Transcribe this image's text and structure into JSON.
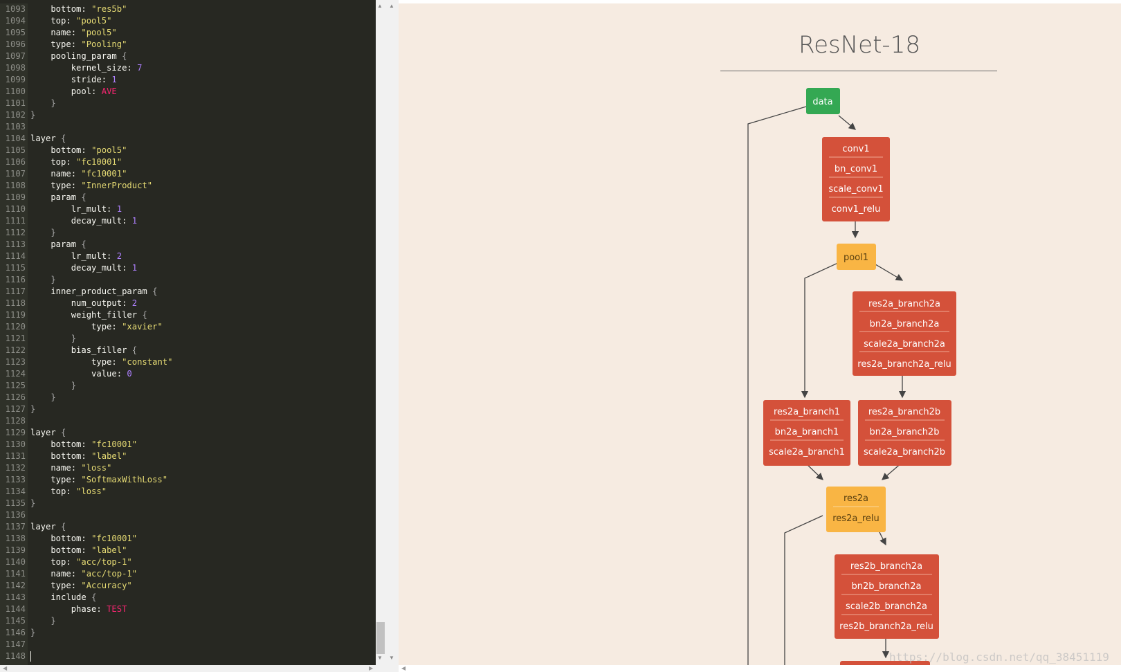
{
  "editor": {
    "line_numbers": [
      "1093",
      "1094",
      "1095",
      "1096",
      "1097",
      "1098",
      "1099",
      "1100",
      "1101",
      "1102",
      "1103",
      "1104",
      "1105",
      "1106",
      "1107",
      "1108",
      "1109",
      "1110",
      "1111",
      "1112",
      "1113",
      "1114",
      "1115",
      "1116",
      "1117",
      "1118",
      "1119",
      "1120",
      "1121",
      "1122",
      "1123",
      "1124",
      "1125",
      "1126",
      "1127",
      "1128",
      "1129",
      "1130",
      "1131",
      "1132",
      "1133",
      "1134",
      "1135",
      "1136",
      "1137",
      "1138",
      "1139",
      "1140",
      "1141",
      "1142",
      "1143",
      "1144",
      "1145",
      "1146",
      "1147",
      "1148"
    ],
    "lines": [
      [
        {
          "t": "    bottom: "
        },
        {
          "t": "\"res5b\"",
          "c": "s"
        }
      ],
      [
        {
          "t": "    top: "
        },
        {
          "t": "\"pool5\"",
          "c": "s"
        }
      ],
      [
        {
          "t": "    name: "
        },
        {
          "t": "\"pool5\"",
          "c": "s"
        }
      ],
      [
        {
          "t": "    type: "
        },
        {
          "t": "\"Pooling\"",
          "c": "s"
        }
      ],
      [
        {
          "t": "    pooling_param "
        },
        {
          "t": "{",
          "c": "b"
        }
      ],
      [
        {
          "t": "        kernel_size: "
        },
        {
          "t": "7",
          "c": "n"
        }
      ],
      [
        {
          "t": "        stride: "
        },
        {
          "t": "1",
          "c": "n"
        }
      ],
      [
        {
          "t": "        pool: "
        },
        {
          "t": "AVE",
          "c": "c"
        }
      ],
      [
        {
          "t": "    "
        },
        {
          "t": "}",
          "c": "b"
        }
      ],
      [
        {
          "t": "}",
          "c": "b"
        }
      ],
      [],
      [
        {
          "t": "layer "
        },
        {
          "t": "{",
          "c": "b"
        }
      ],
      [
        {
          "t": "    bottom: "
        },
        {
          "t": "\"pool5\"",
          "c": "s"
        }
      ],
      [
        {
          "t": "    top: "
        },
        {
          "t": "\"fc10001\"",
          "c": "s"
        }
      ],
      [
        {
          "t": "    name: "
        },
        {
          "t": "\"fc10001\"",
          "c": "s"
        }
      ],
      [
        {
          "t": "    type: "
        },
        {
          "t": "\"InnerProduct\"",
          "c": "s"
        }
      ],
      [
        {
          "t": "    param "
        },
        {
          "t": "{",
          "c": "b"
        }
      ],
      [
        {
          "t": "        lr_mult: "
        },
        {
          "t": "1",
          "c": "n"
        }
      ],
      [
        {
          "t": "        decay_mult: "
        },
        {
          "t": "1",
          "c": "n"
        }
      ],
      [
        {
          "t": "    "
        },
        {
          "t": "}",
          "c": "b"
        }
      ],
      [
        {
          "t": "    param "
        },
        {
          "t": "{",
          "c": "b"
        }
      ],
      [
        {
          "t": "        lr_mult: "
        },
        {
          "t": "2",
          "c": "n"
        }
      ],
      [
        {
          "t": "        decay_mult: "
        },
        {
          "t": "1",
          "c": "n"
        }
      ],
      [
        {
          "t": "    "
        },
        {
          "t": "}",
          "c": "b"
        }
      ],
      [
        {
          "t": "    inner_product_param "
        },
        {
          "t": "{",
          "c": "b"
        }
      ],
      [
        {
          "t": "        num_output: "
        },
        {
          "t": "2",
          "c": "n"
        }
      ],
      [
        {
          "t": "        weight_filler "
        },
        {
          "t": "{",
          "c": "b"
        }
      ],
      [
        {
          "t": "            type: "
        },
        {
          "t": "\"xavier\"",
          "c": "s"
        }
      ],
      [
        {
          "t": "        "
        },
        {
          "t": "}",
          "c": "b"
        }
      ],
      [
        {
          "t": "        bias_filler "
        },
        {
          "t": "{",
          "c": "b"
        }
      ],
      [
        {
          "t": "            type: "
        },
        {
          "t": "\"constant\"",
          "c": "s"
        }
      ],
      [
        {
          "t": "            value: "
        },
        {
          "t": "0",
          "c": "n"
        }
      ],
      [
        {
          "t": "        "
        },
        {
          "t": "}",
          "c": "b"
        }
      ],
      [
        {
          "t": "    "
        },
        {
          "t": "}",
          "c": "b"
        }
      ],
      [
        {
          "t": "}",
          "c": "b"
        }
      ],
      [],
      [
        {
          "t": "layer "
        },
        {
          "t": "{",
          "c": "b"
        }
      ],
      [
        {
          "t": "    bottom: "
        },
        {
          "t": "\"fc10001\"",
          "c": "s"
        }
      ],
      [
        {
          "t": "    bottom: "
        },
        {
          "t": "\"label\"",
          "c": "s"
        }
      ],
      [
        {
          "t": "    name: "
        },
        {
          "t": "\"loss\"",
          "c": "s"
        }
      ],
      [
        {
          "t": "    type: "
        },
        {
          "t": "\"SoftmaxWithLoss\"",
          "c": "s"
        }
      ],
      [
        {
          "t": "    top: "
        },
        {
          "t": "\"loss\"",
          "c": "s"
        }
      ],
      [
        {
          "t": "}",
          "c": "b"
        }
      ],
      [],
      [
        {
          "t": "layer "
        },
        {
          "t": "{",
          "c": "b"
        }
      ],
      [
        {
          "t": "    bottom: "
        },
        {
          "t": "\"fc10001\"",
          "c": "s"
        }
      ],
      [
        {
          "t": "    bottom: "
        },
        {
          "t": "\"label\"",
          "c": "s"
        }
      ],
      [
        {
          "t": "    top: "
        },
        {
          "t": "\"acc/top-1\"",
          "c": "s"
        }
      ],
      [
        {
          "t": "    name: "
        },
        {
          "t": "\"acc/top-1\"",
          "c": "s"
        }
      ],
      [
        {
          "t": "    type: "
        },
        {
          "t": "\"Accuracy\"",
          "c": "s"
        }
      ],
      [
        {
          "t": "    include "
        },
        {
          "t": "{",
          "c": "b"
        }
      ],
      [
        {
          "t": "        phase: "
        },
        {
          "t": "TEST",
          "c": "c"
        }
      ],
      [
        {
          "t": "    "
        },
        {
          "t": "}",
          "c": "b"
        }
      ],
      [
        {
          "t": "}",
          "c": "b"
        }
      ],
      [],
      []
    ]
  },
  "viewer": {
    "title": "ResNet-18",
    "watermark": "https://blog.csdn.net/qq_38451119",
    "colors": {
      "data": "#34a853",
      "layer_group": "#d4513a",
      "pool": "#f9b544",
      "background": "#f6ebe1"
    },
    "nodes": {
      "data": {
        "label": "data"
      },
      "conv1": {
        "layers": [
          "conv1",
          "bn_conv1",
          "scale_conv1",
          "conv1_relu"
        ]
      },
      "pool1": {
        "label": "pool1"
      },
      "res2a_branch2a": {
        "layers": [
          "res2a_branch2a",
          "bn2a_branch2a",
          "scale2a_branch2a",
          "res2a_branch2a_relu"
        ]
      },
      "res2a_branch1": {
        "layers": [
          "res2a_branch1",
          "bn2a_branch1",
          "scale2a_branch1"
        ]
      },
      "res2a_branch2b": {
        "layers": [
          "res2a_branch2b",
          "bn2a_branch2b",
          "scale2a_branch2b"
        ]
      },
      "res2a": {
        "layers": [
          "res2a",
          "res2a_relu"
        ]
      },
      "res2b_branch2a": {
        "layers": [
          "res2b_branch2a",
          "bn2b_branch2a",
          "scale2b_branch2a",
          "res2b_branch2a_relu"
        ]
      }
    }
  }
}
